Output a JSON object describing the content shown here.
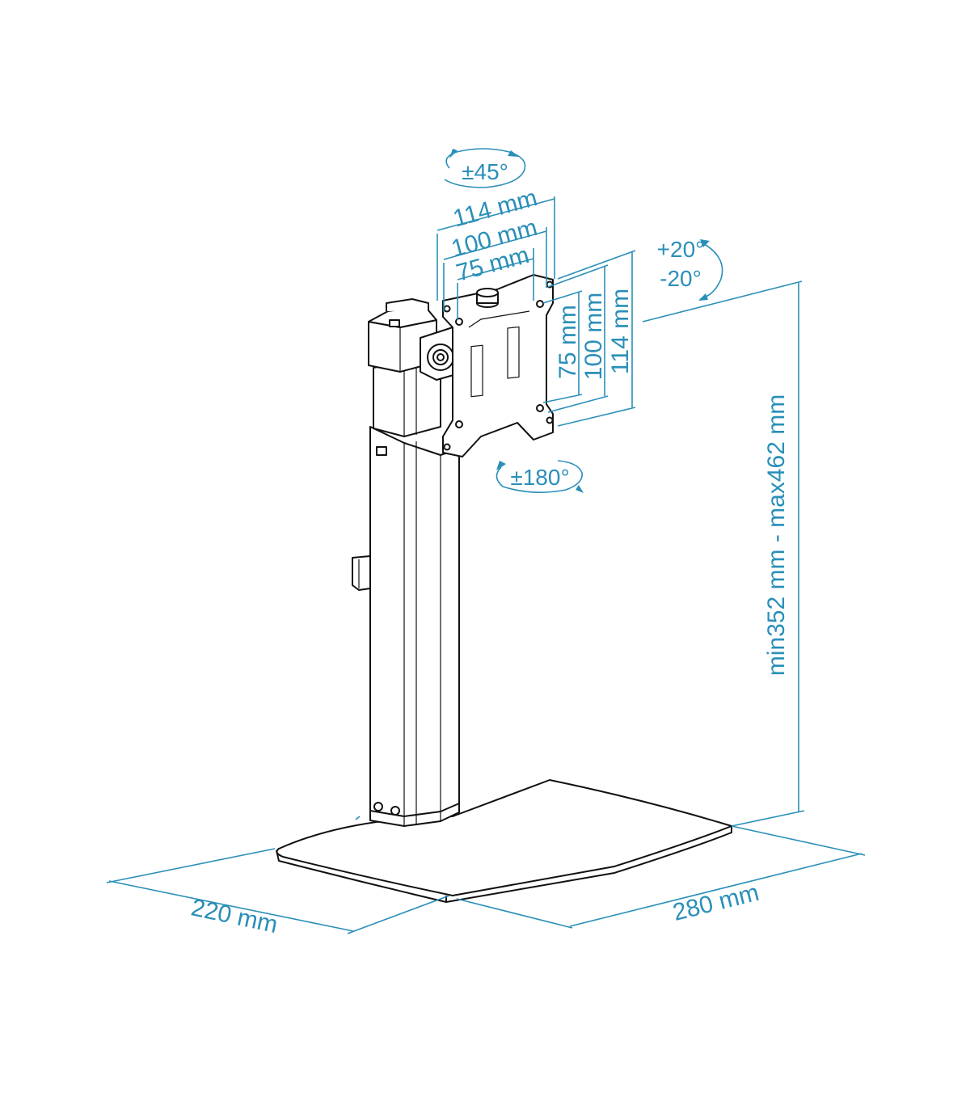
{
  "diagram": {
    "rotation_swivel": "±45°",
    "rotation_tilt_up": "+20°",
    "rotation_tilt_down": "-20°",
    "rotation_rotate": "±180°",
    "vesa_h_114": "114 mm",
    "vesa_h_100": "100 mm",
    "vesa_h_75": "75 mm",
    "vesa_v_75": "75 mm",
    "vesa_v_100": "100 mm",
    "vesa_v_114": "114 mm",
    "height_range": "min352 mm - max462 mm",
    "base_depth": "220 mm",
    "base_width": "280 mm"
  },
  "colors": {
    "dimension": "#2a8fb8",
    "ink": "#111111"
  }
}
